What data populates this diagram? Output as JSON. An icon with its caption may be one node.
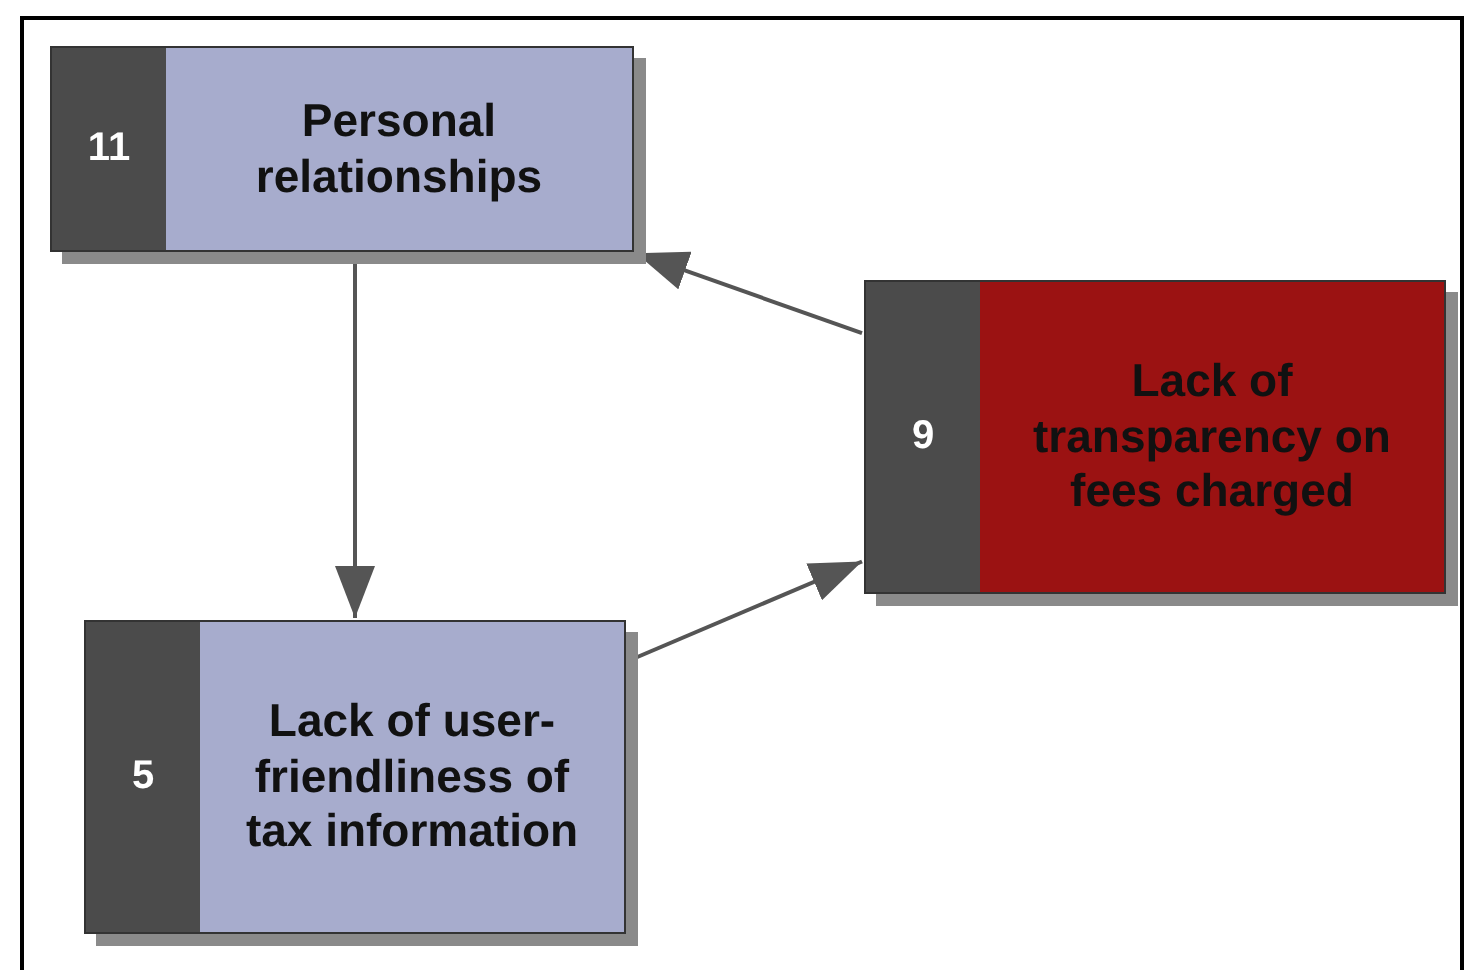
{
  "diagram": {
    "nodes": [
      {
        "text": [
          "11",
          "Personal relationships"
        ]
      },
      {
        "text": [
          "9",
          "Lack of transparency on fees charged"
        ]
      },
      {
        "text": [
          "5",
          "Lack of user-friendliness of tax information"
        ]
      }
    ],
    "edges": [
      {
        "from": 0,
        "to": 2,
        "arrow": "to"
      },
      {
        "from": 1,
        "to": 0,
        "arrow": "to"
      },
      {
        "from": 2,
        "to": 1,
        "arrow": "to"
      }
    ]
  }
}
